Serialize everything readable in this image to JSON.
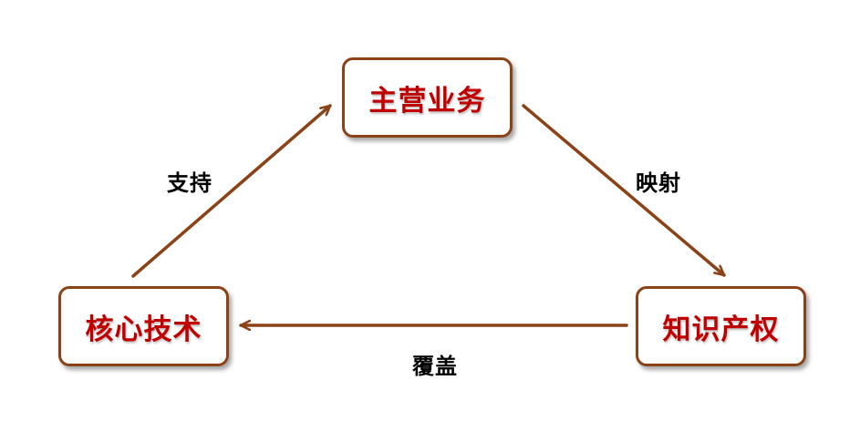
{
  "nodes": {
    "main_business": "主营业务",
    "core_tech": "核心技术",
    "ip": "知识产权"
  },
  "edges": {
    "support": "支持",
    "mapping": "映射",
    "cover": "覆盖"
  },
  "colors": {
    "border": "#8a4216",
    "arrow": "#8a4216",
    "node_text": "#c00000",
    "edge_text": "#000000",
    "background": "#ffffff"
  }
}
